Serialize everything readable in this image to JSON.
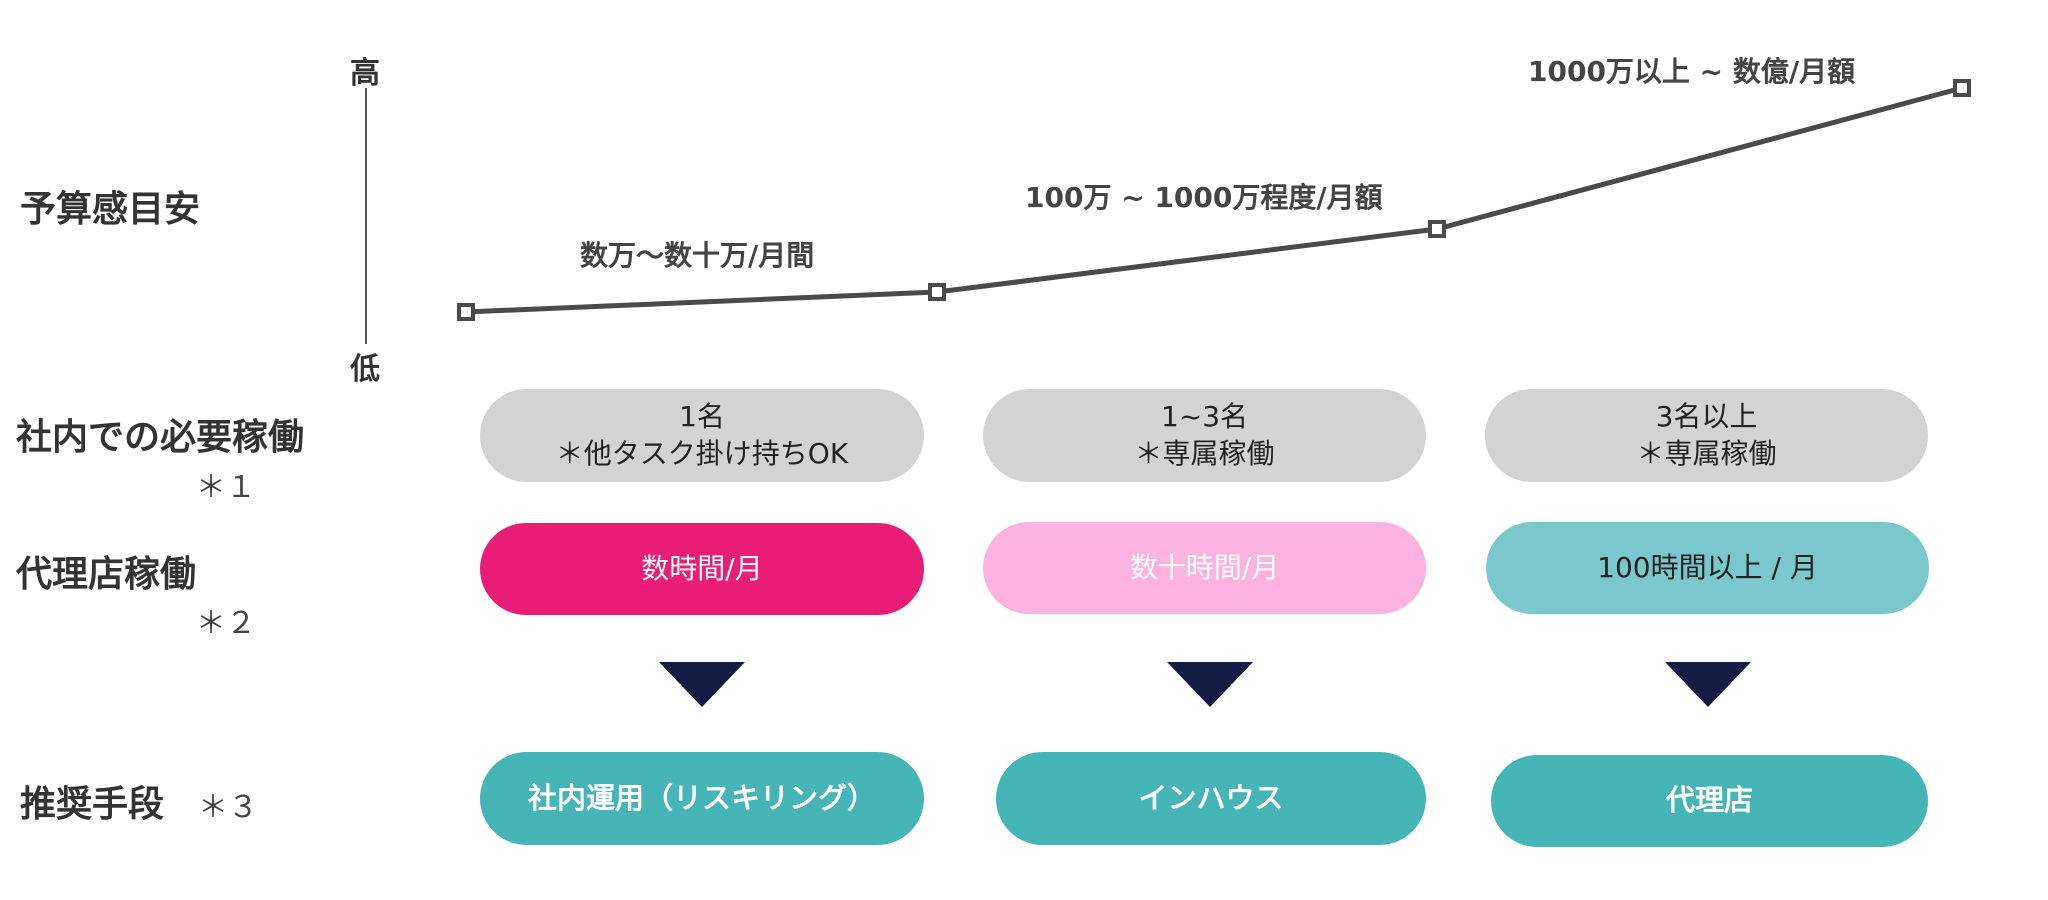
{
  "axis": {
    "high": "高",
    "low": "低"
  },
  "rows": {
    "budget": {
      "label": "予算感目安"
    },
    "internal": {
      "label": "社内での必要稼働",
      "note": "＊１"
    },
    "agency": {
      "label": "代理店稼働",
      "note": "＊２"
    },
    "recommended": {
      "label": "推奨手段",
      "note": "＊３"
    }
  },
  "budget_levels": [
    {
      "label": "数万〜数十万/月間",
      "level": 0.15
    },
    {
      "label": "100万 ~ 1000万程度/月額",
      "level": 0.35
    },
    {
      "label": "1000万以上 ~ 数億/月額",
      "level": 0.85
    }
  ],
  "columns": [
    {
      "internal": {
        "line1": "1名",
        "line2": "＊他タスク掛け持ちOK"
      },
      "agency": {
        "label": "数時間/月",
        "bg": "#e91d75",
        "color": "#ffffff"
      },
      "recommended": "社内運用（リスキリング）"
    },
    {
      "internal": {
        "line1": "1~3名",
        "line2": "＊専属稼働"
      },
      "agency": {
        "label": "数十時間/月",
        "bg": "#fdb3df",
        "color": "#ffffff"
      },
      "recommended": "インハウス"
    },
    {
      "internal": {
        "line1": "3名以上",
        "line2": "＊専属稼働"
      },
      "agency": {
        "label": "100時間以上 / 月",
        "bg": "#7ac7cc",
        "color": "#222222"
      },
      "recommended": "代理店"
    }
  ],
  "colors": {
    "line": "#4a4a4a",
    "gray_pill": "#d3d3d3",
    "teal_pill": "#45b5b8",
    "arrow": "#141b44"
  }
}
